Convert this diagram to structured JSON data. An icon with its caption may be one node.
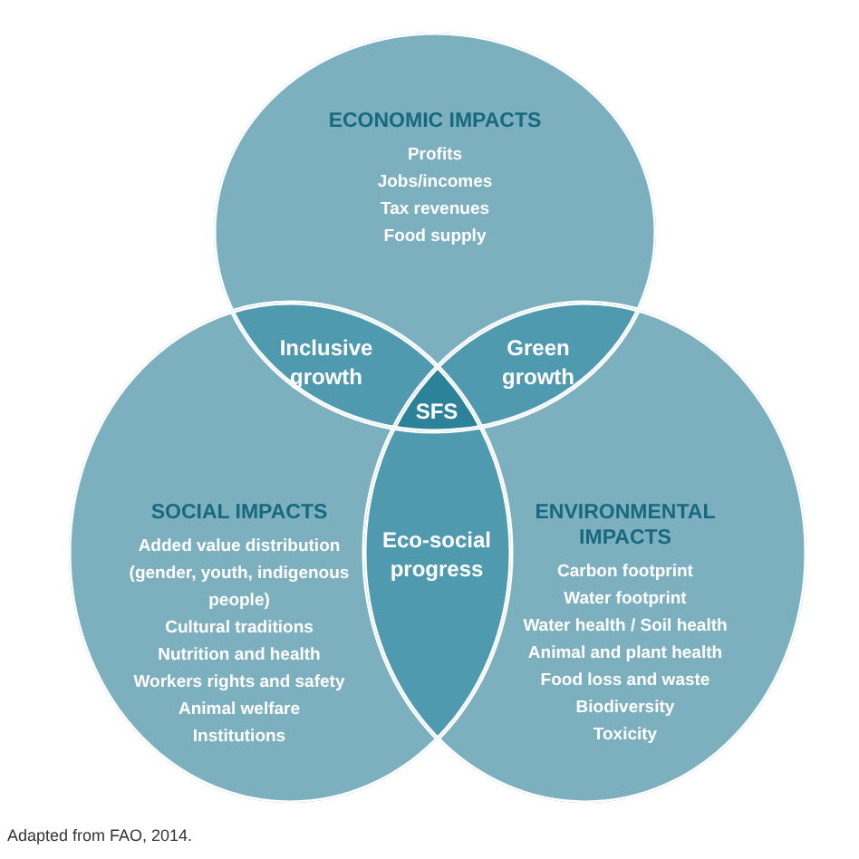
{
  "diagram": {
    "caption": "Adapted from FAO, 2014.",
    "nodes": [
      {
        "text": [
          "ECONOMIC IMPACTS",
          "Profits",
          "Jobs/incomes",
          "Tax revenues",
          "Food supply"
        ]
      },
      {
        "text": [
          "Inclusive growth"
        ]
      },
      {
        "text": [
          "Green growth"
        ]
      },
      {
        "text": [
          "SFS"
        ]
      },
      {
        "text": [
          "SOCIAL IMPACTS",
          "Added value distribution (gender, youth, indigenous people)",
          "Cultural traditions",
          "Nutrition and health",
          "Workers rights and safety",
          "Animal welfare",
          "Institutions"
        ]
      },
      {
        "text": [
          "Eco-social progress"
        ]
      },
      {
        "text": [
          "ENVIRONMENTAL IMPACTS",
          "Carbon footprint",
          "Water footprint",
          "Water health / Soil health",
          "Animal and plant health",
          "Food loss and waste",
          "Biodiversity",
          "Toxicity"
        ]
      }
    ],
    "edges": []
  }
}
